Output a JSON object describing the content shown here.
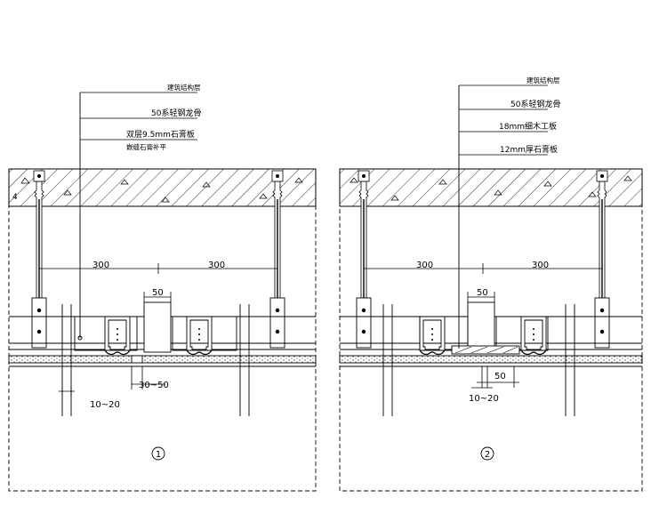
{
  "detail_1": {
    "labels": [
      "建筑结构层",
      "50系轻钢龙骨",
      "双层9.5mm石膏板",
      "嵌缝石膏补平"
    ],
    "dims": {
      "left_span": "300",
      "right_span": "300",
      "gap": "50",
      "gap_range": "30~50",
      "offset": "10~20"
    },
    "marker": "1"
  },
  "detail_2": {
    "labels": [
      "建筑结构层",
      "50系轻钢龙骨",
      "18mm细木工板",
      "12mm厚石膏板"
    ],
    "dims": {
      "left_span": "300",
      "right_span": "300",
      "gap": "50",
      "lower_gap": "50",
      "offset": "10~20"
    },
    "marker": "2"
  },
  "colors": {
    "line": "#000000",
    "background": "#ffffff"
  }
}
